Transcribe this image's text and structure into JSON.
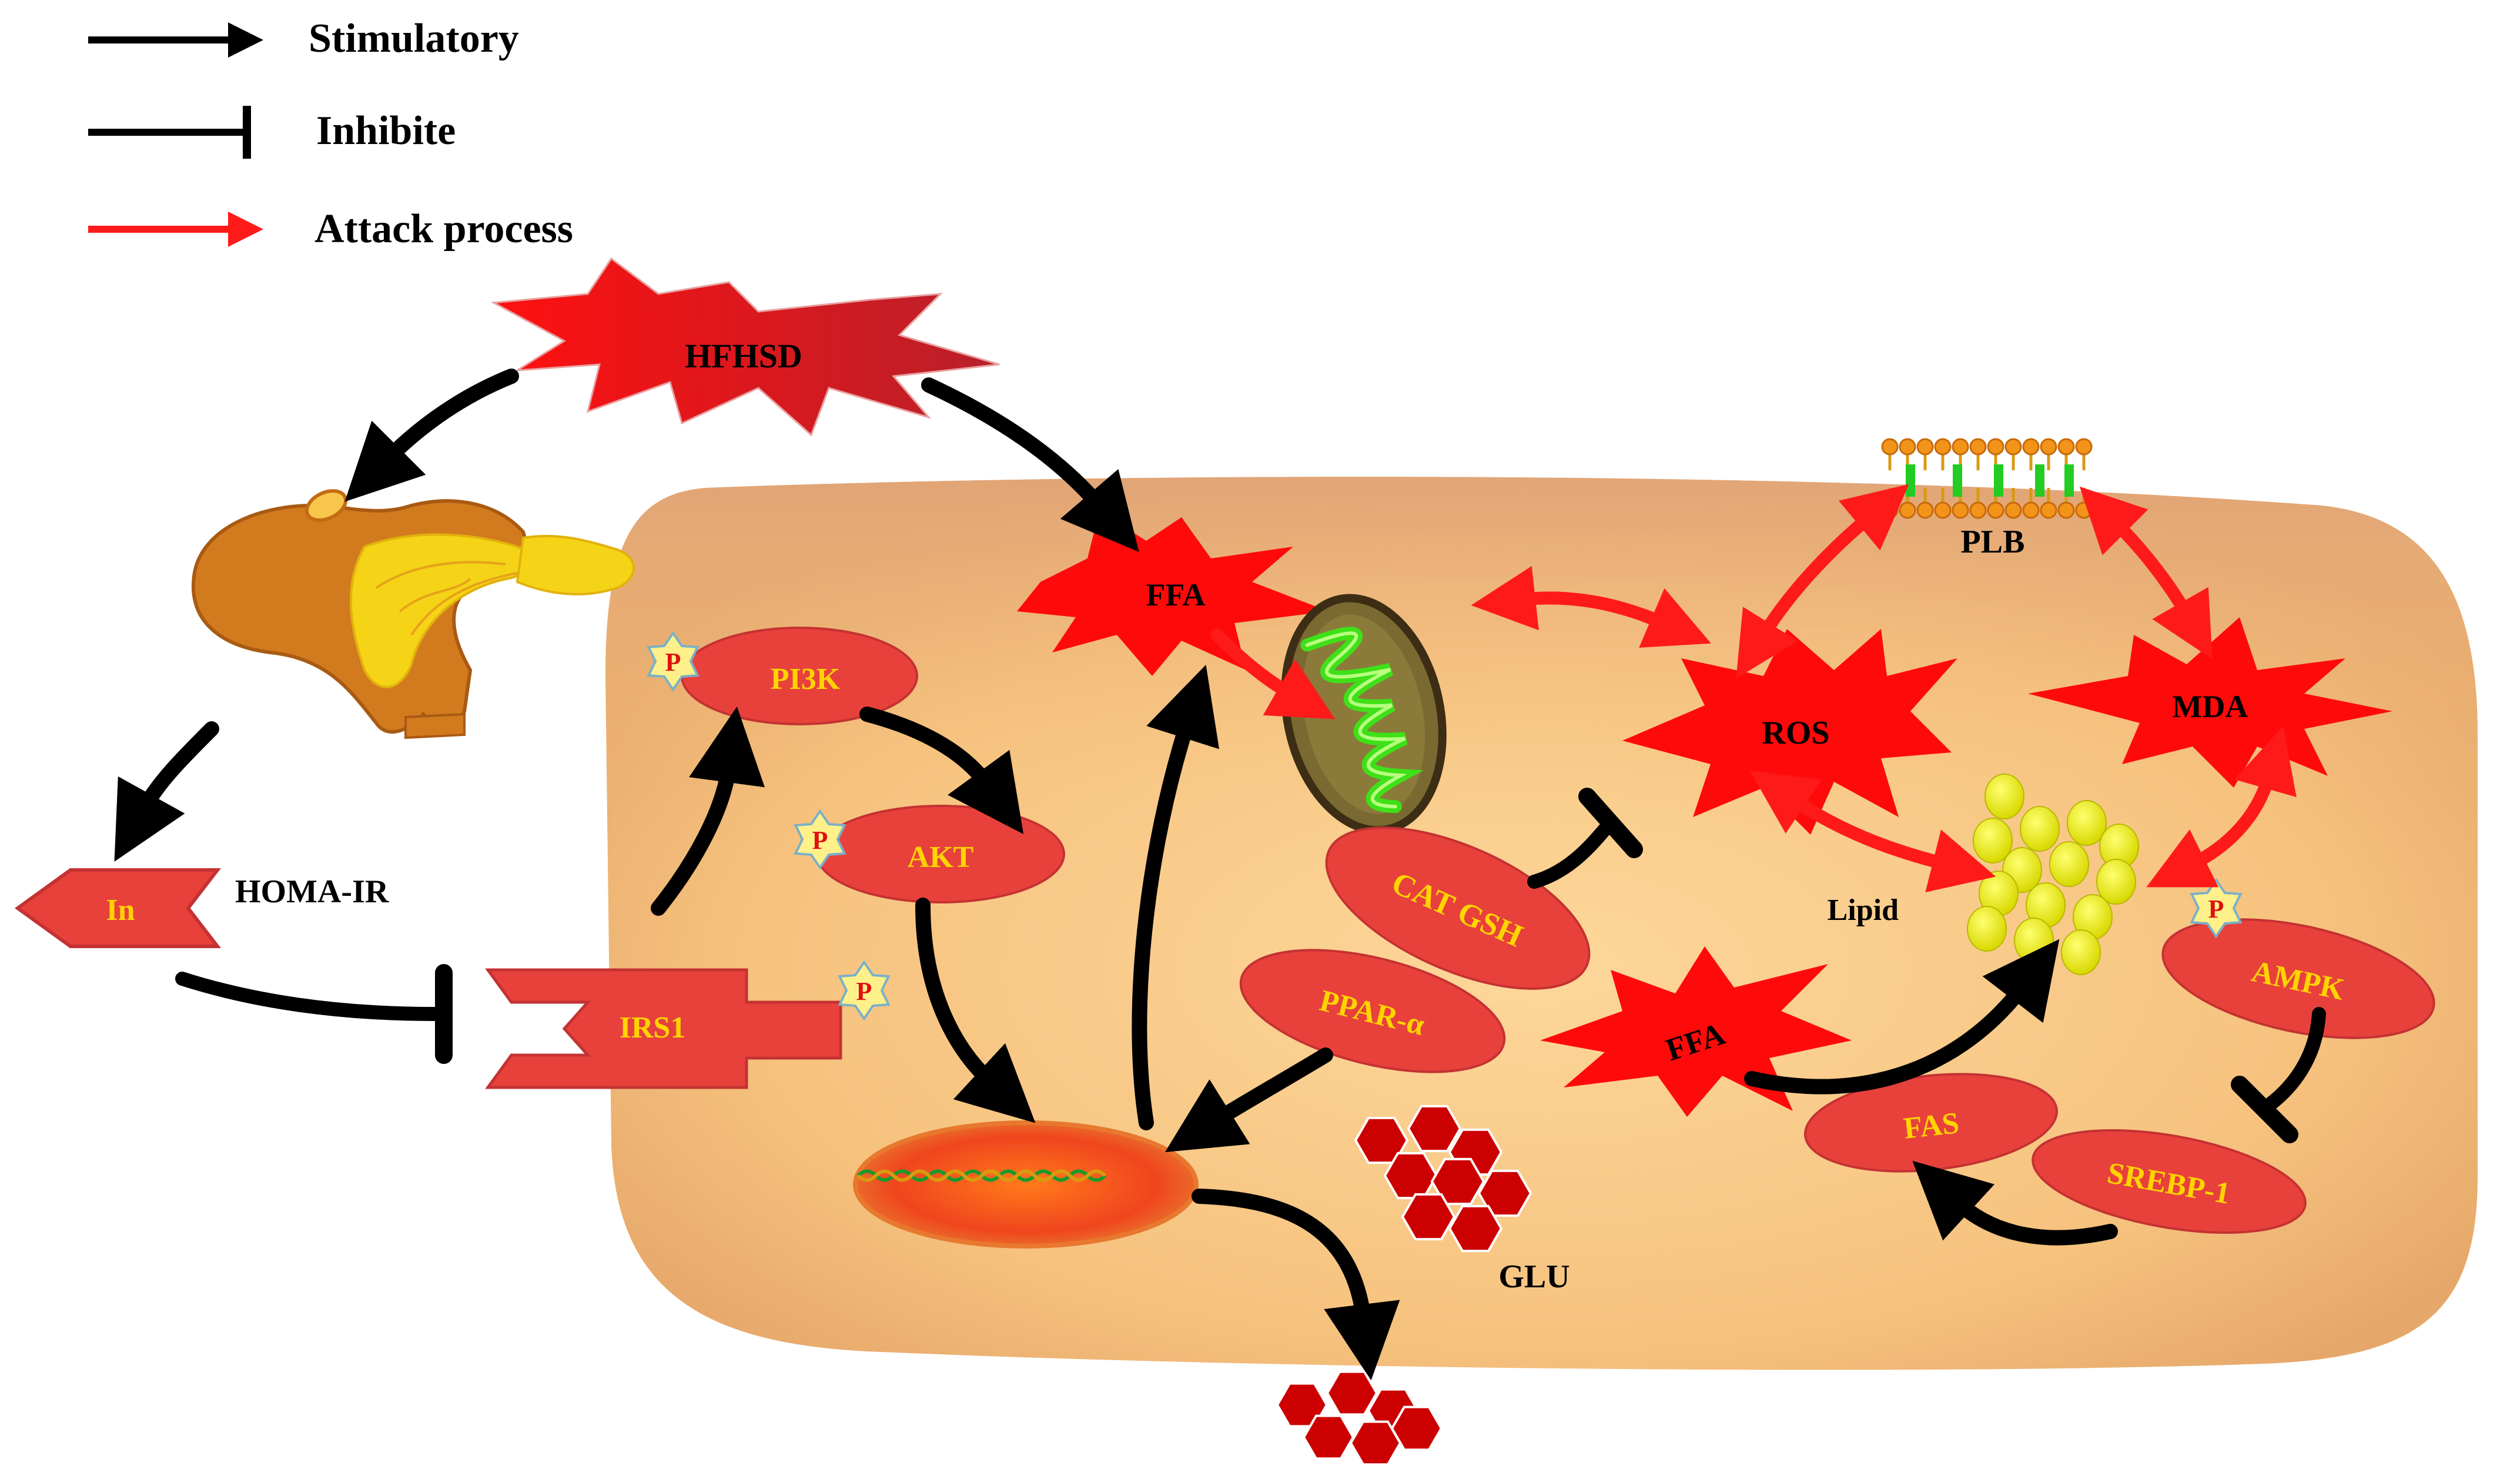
{
  "legend": {
    "stimulatory": "Stimulatory",
    "inhibit": "Inhibite",
    "attack": "Attack process"
  },
  "nodes": {
    "hfhsd": "HFHSD",
    "ffa_top": "FFA",
    "ffa_lower": "FFA",
    "ros": "ROS",
    "mda": "MDA",
    "plb": "PLB",
    "pi3k": "PI3K",
    "akt": "AKT",
    "irs1": "IRS1",
    "in": "In",
    "homa_ir": "HOMA-IR",
    "cat_gsh": "CAT GSH",
    "ppar": "PPAR-α",
    "ampk": "AMPK",
    "fas": "FAS",
    "srebp": "SREBP-1",
    "lipid": "Lipid",
    "glu": "GLU",
    "phospho": "P"
  },
  "colors": {
    "cell": "#f6c27e",
    "node_red": "#e8413c",
    "burst_red": "#ff0a0a",
    "label_yellow": "#ffd400",
    "stimulatory": "#000000",
    "attack": "#ff1a1a",
    "lipid": "#eded10",
    "glucose": "#cc0000"
  }
}
